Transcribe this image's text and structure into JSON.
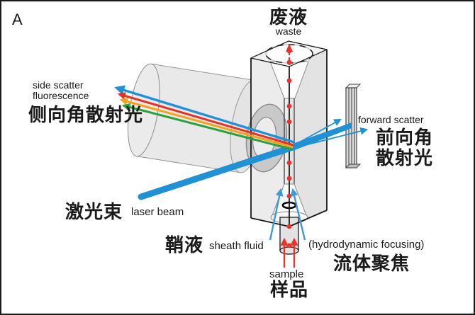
{
  "panel": {
    "letter": "A"
  },
  "labels": {
    "waste": {
      "cn": "废液",
      "en": "waste"
    },
    "side_scatter": {
      "en_line1": "side scatter",
      "en_line2": "fluorescence",
      "cn": "侧向角散射光"
    },
    "forward_scatter": {
      "en": "forward scatter",
      "cn_line1": "前向角",
      "cn_line2": "散射光"
    },
    "laser": {
      "cn": "激光束",
      "en": "laser beam"
    },
    "sheath": {
      "cn": "鞘液",
      "en": "sheath fluid"
    },
    "hydrodynamic": {
      "en": "(hydrodynamic focusing)",
      "cn": "流体聚焦"
    },
    "sample": {
      "en": "sample",
      "cn": "样品"
    }
  },
  "colors": {
    "laser_blue": "#2191d6",
    "sheath_blue": "#3b9ad9",
    "fluorescence_red": "#e53228",
    "fluorescence_orange": "#f5a11c",
    "fluorescence_green": "#2aa13d",
    "sample_red": "#e8322a",
    "glass_gray": "#ececec",
    "lens_gray": "#e9e9e9",
    "ring_gray": "#c9c9c9",
    "plate_gray": "#dcdcdc",
    "outline_black": "#1a1a1a"
  },
  "diagram_components": [
    "flow-cell-cuvette",
    "collection-lens-barrel",
    "lens-ring",
    "laser-beam",
    "side-scatter-rays",
    "forward-scatter-rays",
    "obscuration-bar-detector",
    "sheath-flow-arrows",
    "sample-flow-arrows",
    "cell-particles-stream",
    "sample-injection-tube"
  ]
}
